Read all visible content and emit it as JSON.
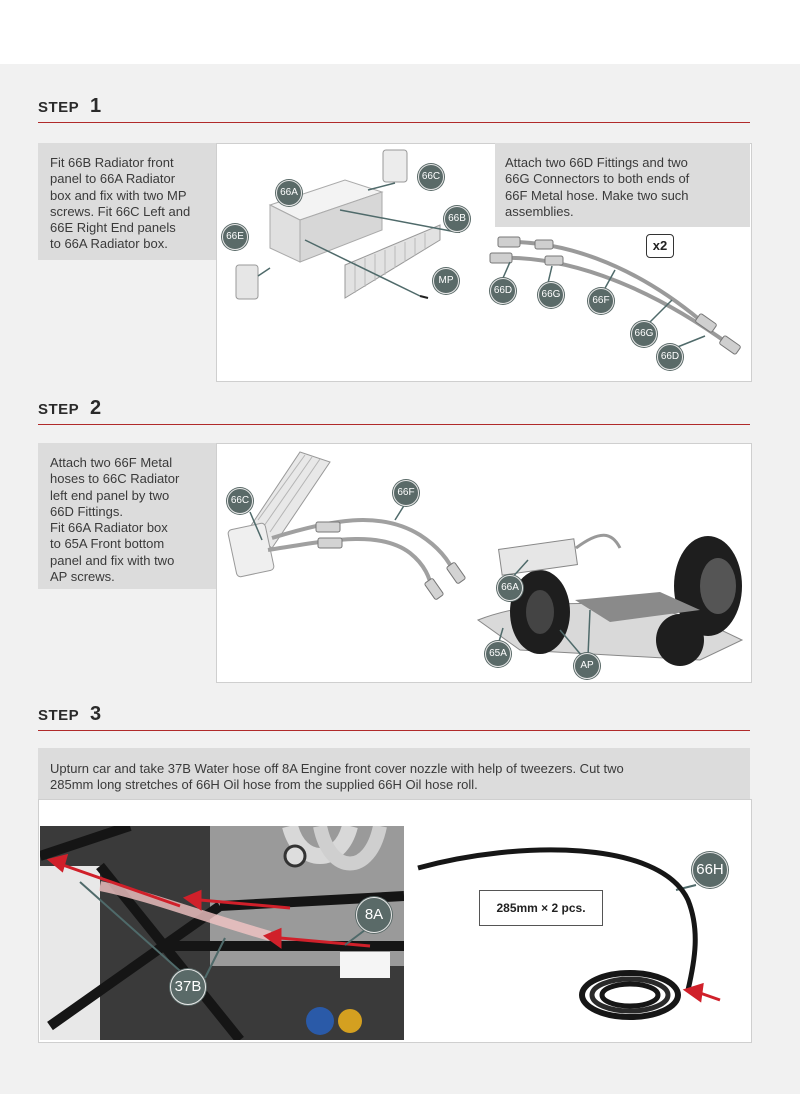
{
  "steps": [
    {
      "word": "STEP",
      "number": "1",
      "left_note": "Fit 66B Radiator front\npanel to 66A Radiator\nbox and fix with two MP\nscrews. Fit 66C Left and\n66E Right End panels\nto 66A Radiator box.",
      "right_note": "Attach two 66D Fittings and two\n66G Connectors to both ends of\n66F Metal hose. Make two such\nassemblies.",
      "multiplier": "x2",
      "labels": [
        "66C",
        "66A",
        "66B",
        "66E",
        "MP",
        "66D",
        "66G",
        "66F",
        "66G",
        "66D"
      ]
    },
    {
      "word": "STEP",
      "number": "2",
      "left_note": "Attach two 66F Metal\nhoses to 66C Radiator\nleft end panel by two\n66D Fittings.\nFit 66A Radiator box\nto 65A Front bottom\npanel and fix with two\nAP screws.",
      "labels": [
        "66C",
        "66F",
        "66A",
        "65A",
        "AP"
      ]
    },
    {
      "word": "STEP",
      "number": "3",
      "note": "Upturn car and take 37B Water hose off 8A Engine front cover nozzle with help of tweezers. Cut two\n285mm long stretches of 66H Oil hose from the supplied 66H Oil hose roll.",
      "length_label": "285mm × 2 pcs.",
      "labels": [
        "8A",
        "37B",
        "66H"
      ]
    }
  ],
  "colors": {
    "accent": "#b02a2a",
    "badge": "#5a6a68",
    "arrow": "#d0202a"
  }
}
